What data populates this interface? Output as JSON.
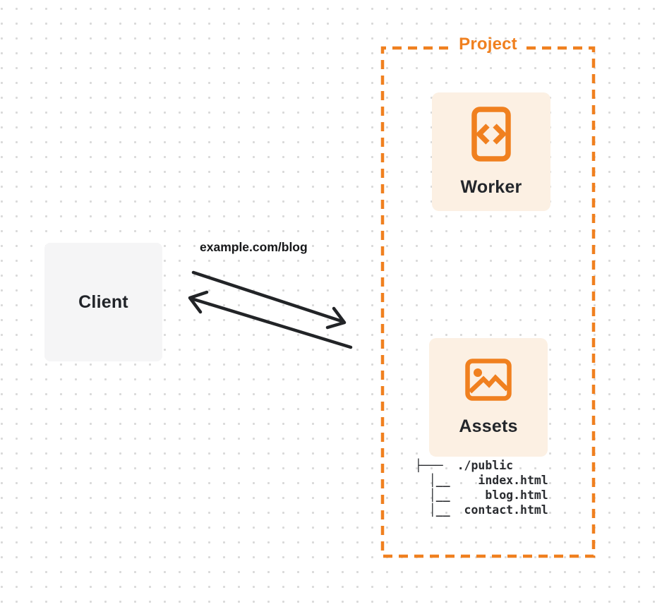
{
  "client": {
    "label": "Client"
  },
  "request": {
    "label": "example.com/blog"
  },
  "project": {
    "title": "Project",
    "worker": {
      "label": "Worker",
      "icon": "code-document-icon"
    },
    "assets": {
      "label": "Assets",
      "icon": "image-icon"
    },
    "file_tree": "├───  ./public\n  │__    index.html\n  │__     blog.html\n  │__  contact.html"
  },
  "colors": {
    "accent_orange": "#f0801f",
    "card_background": "#fcf0e3",
    "client_background": "#f5f5f6",
    "arrow_ink": "#222427",
    "dot_grid": "#d9d9d9"
  }
}
